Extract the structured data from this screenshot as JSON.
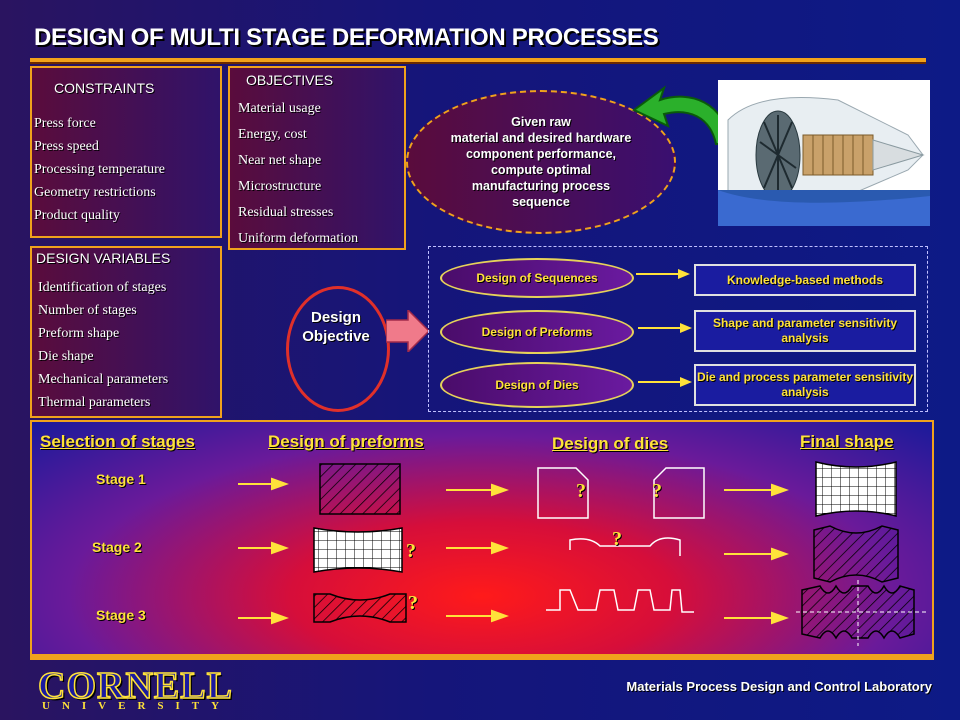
{
  "title": "DESIGN OF MULTI STAGE DEFORMATION PROCESSES",
  "constraints": {
    "heading": "CONSTRAINTS",
    "items": [
      "Press force",
      "Press speed",
      "Processing temperature",
      "Geometry restrictions",
      "Product quality"
    ]
  },
  "objectives": {
    "heading": "OBJECTIVES",
    "items": [
      "Material usage",
      "Energy, cost",
      "Near net shape",
      "Microstructure",
      "Residual stresses",
      "Uniform deformation"
    ]
  },
  "design_variables": {
    "heading": "DESIGN VARIABLES",
    "items": [
      "Identification of stages",
      "Number of stages",
      "Preform shape",
      "Die shape",
      "Mechanical parameters",
      "Thermal parameters"
    ]
  },
  "goal_oval": {
    "lines": [
      "Given raw",
      "material and desired hardware",
      "component performance,",
      "compute optimal",
      "manufacturing process",
      "sequence"
    ]
  },
  "design_objective": {
    "line1": "Design",
    "line2": "Objective"
  },
  "design_rows": [
    {
      "left": "Design of Sequences",
      "right": "Knowledge-based methods"
    },
    {
      "left": "Design of Preforms",
      "right": "Shape and parameter sensitivity analysis"
    },
    {
      "left": "Design of Dies",
      "right": "Die and process parameter sensitivity analysis"
    }
  ],
  "bottom": {
    "headings": [
      "Selection of stages",
      "Design of preforms",
      "Design of dies",
      "Final shape"
    ],
    "stages": [
      "Stage 1",
      "Stage  2",
      "Stage 3"
    ],
    "question": "?"
  },
  "footer": "Materials Process Design and Control Laboratory",
  "logo": {
    "name": "CORNELL",
    "sub": "UNIVERSITY"
  },
  "colors": {
    "accent": "#f0a21c",
    "yellow": "#ffe23a",
    "navy": "#1a1ca0"
  }
}
